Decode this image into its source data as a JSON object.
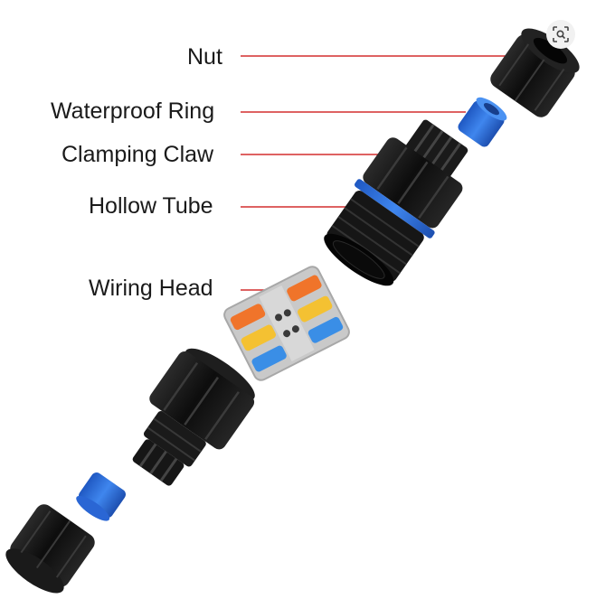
{
  "labels": {
    "nut": "Nut",
    "waterproof_ring": "Waterproof Ring",
    "clamping_claw": "Clamping Claw",
    "hollow_tube": "Hollow Tube",
    "wiring_head": "Wiring Head"
  },
  "colors": {
    "leader_line": "#d32f2f",
    "connector_body": "#141414",
    "seal_ring": "#2f6fd6",
    "wire_orange": "#f0742a",
    "wire_yellow": "#f4c132",
    "wire_blue": "#3a8ee6",
    "terminal_housing": "#c9c9c9"
  },
  "icons": {
    "visual_search": "image-search-icon"
  }
}
